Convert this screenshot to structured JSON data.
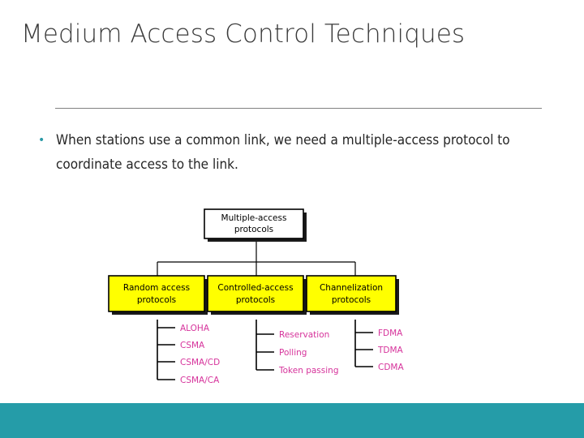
{
  "slide": {
    "title": "Medium Access Control Techniques",
    "bullet_marker": "•",
    "bullet_text": "When stations use a common link, we need a multiple-access protocol to coordinate access to the link.",
    "accent_color": "#259ca8",
    "title_color": "#3b3b3b",
    "divider_color": "#808080",
    "leaf_text_color": "#d6339b",
    "node_fill_color": "#ffff00",
    "root_fill_color": "#ffffff"
  },
  "diagram": {
    "root": {
      "line1": "Multiple-access",
      "line2": "protocols"
    },
    "branches": [
      {
        "line1": "Random access",
        "line2": "protocols",
        "leaves": [
          "ALOHA",
          "CSMA",
          "CSMA/CD",
          "CSMA/CA"
        ]
      },
      {
        "line1": "Controlled-access",
        "line2": "protocols",
        "leaves": [
          "Reservation",
          "Polling",
          "Token passing"
        ]
      },
      {
        "line1": "Channelization",
        "line2": "protocols",
        "leaves": [
          "FDMA",
          "TDMA",
          "CDMA"
        ]
      }
    ]
  }
}
